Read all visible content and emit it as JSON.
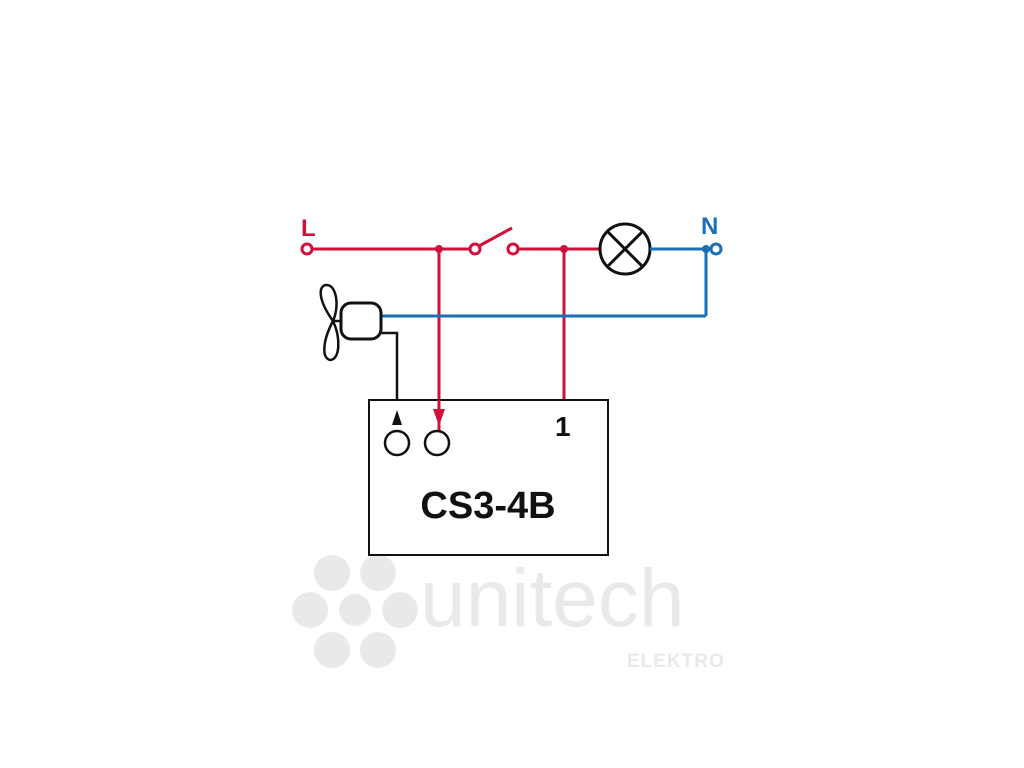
{
  "labels": {
    "line": "L",
    "neutral": "N",
    "terminal_1": "1",
    "device_model": "CS3-4B"
  },
  "watermark": {
    "brand": "unitech",
    "sub": "ELEKTRO"
  },
  "icons": {
    "lamp": "lamp-icon",
    "fan": "fan-icon",
    "switch": "switch-icon"
  },
  "colors": {
    "line_wire": "#d0103a",
    "neutral_wire": "#1a6fb5",
    "control_wire": "#111111",
    "watermark": "#e9e9e9"
  }
}
